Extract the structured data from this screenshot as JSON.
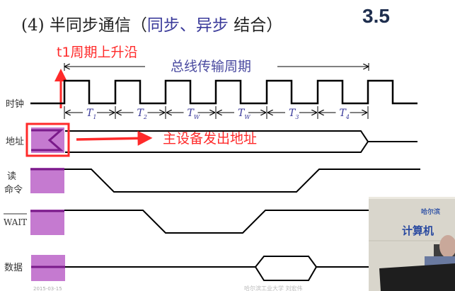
{
  "slide": {
    "title_prefix": "(4) 半同步通信（",
    "title_blue": "同步、异步",
    "title_suffix": " 结合）",
    "section_number": "3.5",
    "bus_cycle_label": "总线传输周期",
    "signals": {
      "clock": "时钟",
      "address": "地址",
      "read_line1": "读",
      "read_line2": "命令",
      "wait": "WAIT",
      "data": "数据"
    },
    "periods": [
      {
        "main": "T",
        "sub": "1"
      },
      {
        "main": "T",
        "sub": "2"
      },
      {
        "main": "T",
        "sub": "W"
      },
      {
        "main": "T",
        "sub": "W"
      },
      {
        "main": "T",
        "sub": "3"
      },
      {
        "main": "T",
        "sub": "4"
      }
    ],
    "footer_date": "2015-03-15",
    "footer_author": "哈尔滨工业大学 刘宏伟"
  },
  "annotations": {
    "rising_edge_note": "t1周期上升沿",
    "address_note": "主设备发出地址",
    "color": "#ff2a2a"
  },
  "webcam": {
    "banner_text": "计算机",
    "banner_top": "哈尔滨"
  },
  "colors": {
    "title_blue": "#3a3a9a",
    "marker_purple": "#c57ad0",
    "marker_dark": "#7a1a8a"
  }
}
